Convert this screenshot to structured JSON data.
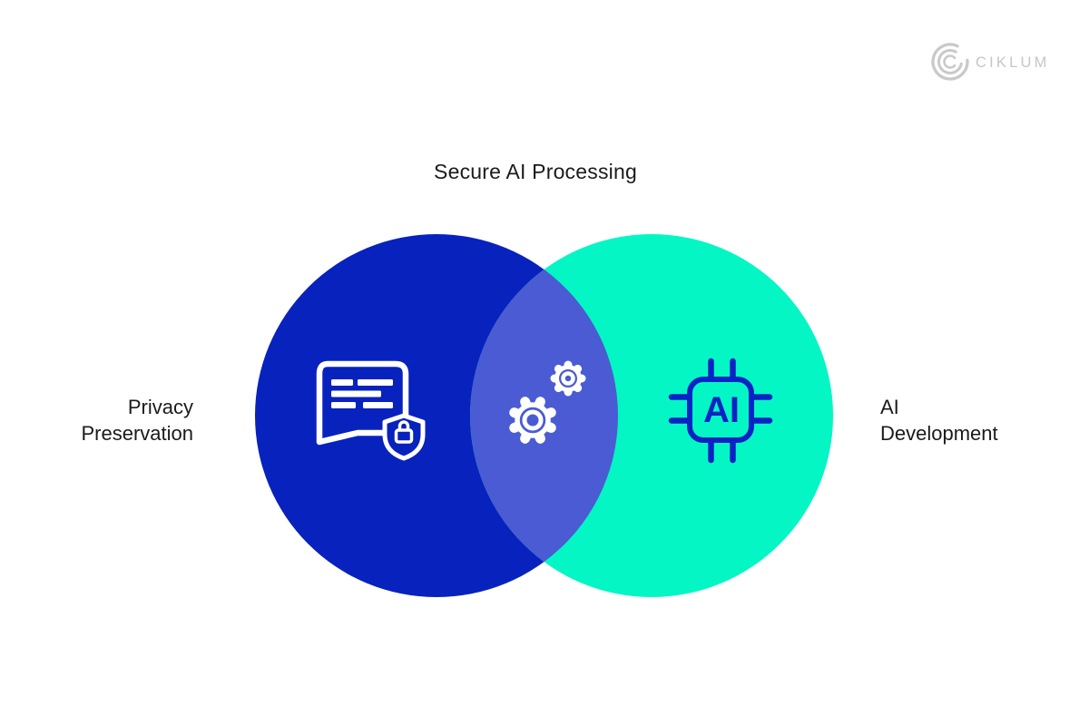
{
  "page": {
    "background_color": "#ffffff"
  },
  "logo": {
    "brand": "CIKLUM",
    "color": "#c6c6c6",
    "mark_icon": "ciklum-concentric-c-icon"
  },
  "diagram": {
    "type": "venn",
    "title": "Secure AI Processing",
    "text_color": "#1b1b1b",
    "left": {
      "label_line1": "Privacy",
      "label_line2": "Preservation",
      "color": "#0822BE",
      "icon": "chat-shield-lock-icon",
      "icon_color": "#ffffff"
    },
    "right": {
      "label_line1": "AI",
      "label_line2": "Development",
      "color": "#04F6C4",
      "icon": "ai-chip-icon",
      "icon_color": "#0A23C4",
      "chip_text": "AI"
    },
    "overlap": {
      "color": "#4A5BD3",
      "icon": "gears-icon",
      "icon_color": "#ffffff"
    }
  }
}
